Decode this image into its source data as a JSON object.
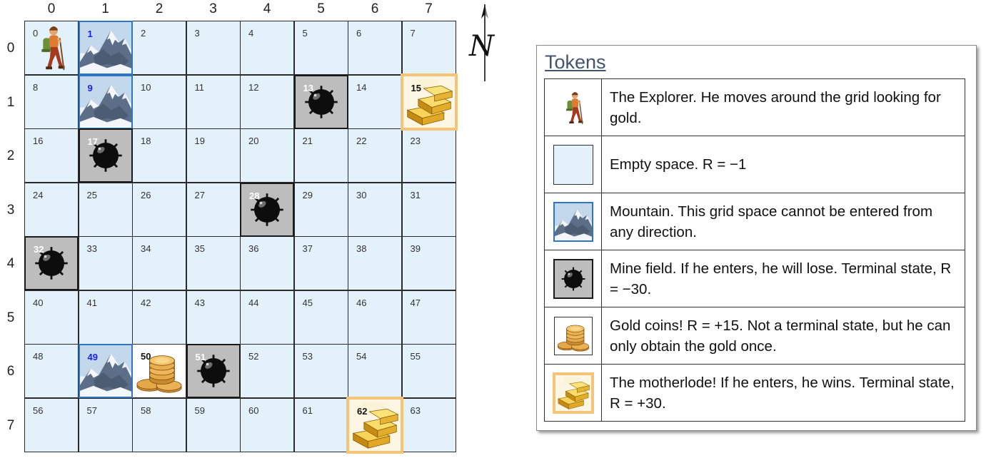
{
  "grid": {
    "columns": [
      "0",
      "1",
      "2",
      "3",
      "4",
      "5",
      "6",
      "7"
    ],
    "rows": [
      "0",
      "1",
      "2",
      "3",
      "4",
      "5",
      "6",
      "7"
    ],
    "cells": [
      {
        "n": "0",
        "t": "explorer"
      },
      {
        "n": "1",
        "t": "mountain"
      },
      {
        "n": "2",
        "t": "empty"
      },
      {
        "n": "3",
        "t": "empty"
      },
      {
        "n": "4",
        "t": "empty"
      },
      {
        "n": "5",
        "t": "empty"
      },
      {
        "n": "6",
        "t": "empty"
      },
      {
        "n": "7",
        "t": "empty"
      },
      {
        "n": "8",
        "t": "empty"
      },
      {
        "n": "9",
        "t": "mountain"
      },
      {
        "n": "10",
        "t": "empty"
      },
      {
        "n": "11",
        "t": "empty"
      },
      {
        "n": "12",
        "t": "empty"
      },
      {
        "n": "13",
        "t": "mine"
      },
      {
        "n": "14",
        "t": "empty"
      },
      {
        "n": "15",
        "t": "gold"
      },
      {
        "n": "16",
        "t": "empty"
      },
      {
        "n": "17",
        "t": "mine"
      },
      {
        "n": "18",
        "t": "empty"
      },
      {
        "n": "19",
        "t": "empty"
      },
      {
        "n": "20",
        "t": "empty"
      },
      {
        "n": "21",
        "t": "empty"
      },
      {
        "n": "22",
        "t": "empty"
      },
      {
        "n": "23",
        "t": "empty"
      },
      {
        "n": "24",
        "t": "empty"
      },
      {
        "n": "25",
        "t": "empty"
      },
      {
        "n": "26",
        "t": "empty"
      },
      {
        "n": "27",
        "t": "empty"
      },
      {
        "n": "28",
        "t": "mine"
      },
      {
        "n": "29",
        "t": "empty"
      },
      {
        "n": "30",
        "t": "empty"
      },
      {
        "n": "31",
        "t": "empty"
      },
      {
        "n": "32",
        "t": "mine"
      },
      {
        "n": "33",
        "t": "empty"
      },
      {
        "n": "34",
        "t": "empty"
      },
      {
        "n": "35",
        "t": "empty"
      },
      {
        "n": "36",
        "t": "empty"
      },
      {
        "n": "37",
        "t": "empty"
      },
      {
        "n": "38",
        "t": "empty"
      },
      {
        "n": "39",
        "t": "empty"
      },
      {
        "n": "40",
        "t": "empty"
      },
      {
        "n": "41",
        "t": "empty"
      },
      {
        "n": "42",
        "t": "empty"
      },
      {
        "n": "43",
        "t": "empty"
      },
      {
        "n": "44",
        "t": "empty"
      },
      {
        "n": "45",
        "t": "empty"
      },
      {
        "n": "46",
        "t": "empty"
      },
      {
        "n": "47",
        "t": "empty"
      },
      {
        "n": "48",
        "t": "empty"
      },
      {
        "n": "49",
        "t": "mountain"
      },
      {
        "n": "50",
        "t": "coins"
      },
      {
        "n": "51",
        "t": "mine"
      },
      {
        "n": "52",
        "t": "empty"
      },
      {
        "n": "53",
        "t": "empty"
      },
      {
        "n": "54",
        "t": "empty"
      },
      {
        "n": "55",
        "t": "empty"
      },
      {
        "n": "56",
        "t": "empty"
      },
      {
        "n": "57",
        "t": "empty"
      },
      {
        "n": "58",
        "t": "empty"
      },
      {
        "n": "59",
        "t": "empty"
      },
      {
        "n": "60",
        "t": "empty"
      },
      {
        "n": "61",
        "t": "empty"
      },
      {
        "n": "62",
        "t": "gold"
      },
      {
        "n": "63",
        "t": "empty"
      }
    ]
  },
  "compass": {
    "label": "N",
    "icon": "north-arrow-icon"
  },
  "tokens_panel": {
    "title": "Tokens",
    "rows": [
      {
        "icon": "explorer-icon",
        "text": "The Explorer. He moves around the grid looking for gold."
      },
      {
        "icon": "empty-space-icon",
        "text": "Empty space.  R = −1"
      },
      {
        "icon": "mountain-icon",
        "text": "Mountain.  This grid space cannot be entered from any direction."
      },
      {
        "icon": "mine-icon",
        "text": "Mine field.  If he enters, he will lose. Terminal state, R = −30."
      },
      {
        "icon": "gold-coins-icon",
        "text": "Gold coins! R = +15.  Not a terminal state, but he can only obtain the gold once."
      },
      {
        "icon": "gold-bars-icon",
        "text": "The motherlode! If he enters, he wins. Terminal state,  R = +30."
      }
    ]
  },
  "colors": {
    "empty": "#e3f1fb",
    "mountain_border": "#2e75c6",
    "mine_bg": "#bdbdbd",
    "gold_border": "#f6c478",
    "title": "#44546a"
  }
}
